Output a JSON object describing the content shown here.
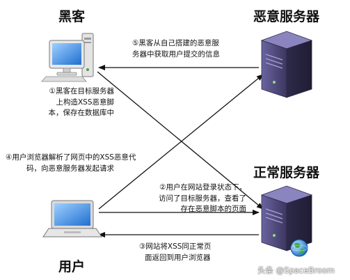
{
  "titles": {
    "hacker": "黑客",
    "malicious_server": "恶意服务器",
    "normal_server": "正常服务器",
    "user": "用户"
  },
  "steps": {
    "step1": [
      "①黑客在目标服务器",
      "上构造XSS恶意脚",
      "本，保存在数据库中"
    ],
    "step2": [
      "②用户在网站登录状态下，",
      "访问了目标服务器，查看了",
      "存在恶意脚本的页面"
    ],
    "step3": [
      "③网站将XSS同正常页",
      "面返回到用户浏览器"
    ],
    "step4": [
      "④用户浏览器解析了网页中的XSS恶意代",
      "码，向恶意服务器发起请求"
    ],
    "step5": [
      "⑤黑客从自己搭建的恶意服",
      "务器中获取用户提交的信息"
    ]
  },
  "icons": [
    "desktop-computer-icon",
    "laptop-icon",
    "server-icon",
    "globe-icon"
  ],
  "watermark": "头条 @SpaceBroom",
  "colors": {
    "arrow": "#111111",
    "server_body": "#4a4478",
    "screen": "#3d8ee0"
  }
}
